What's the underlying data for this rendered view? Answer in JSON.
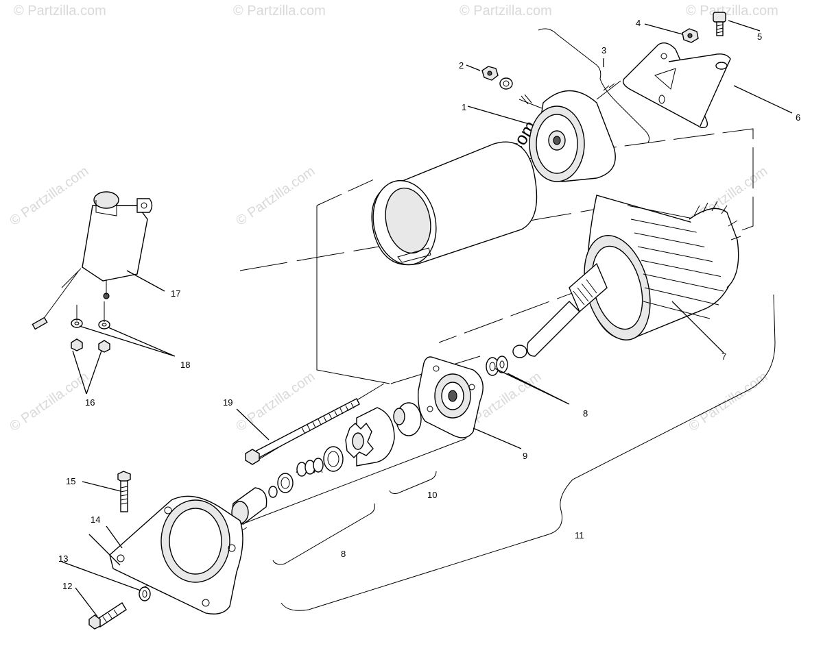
{
  "watermark": {
    "text": "© Partzilla.com",
    "center_text": "© Partzilla.com"
  },
  "callouts": [
    {
      "id": "c1",
      "label": "1"
    },
    {
      "id": "c2",
      "label": "2"
    },
    {
      "id": "c3",
      "label": "3"
    },
    {
      "id": "c4",
      "label": "4"
    },
    {
      "id": "c5",
      "label": "5"
    },
    {
      "id": "c6",
      "label": "6"
    },
    {
      "id": "c7",
      "label": "7"
    },
    {
      "id": "c8a",
      "label": "8"
    },
    {
      "id": "c8b",
      "label": "8"
    },
    {
      "id": "c9",
      "label": "9"
    },
    {
      "id": "c10",
      "label": "10"
    },
    {
      "id": "c11",
      "label": "11"
    },
    {
      "id": "c12",
      "label": "12"
    },
    {
      "id": "c13",
      "label": "13"
    },
    {
      "id": "c14",
      "label": "14"
    },
    {
      "id": "c15",
      "label": "15"
    },
    {
      "id": "c16",
      "label": "16"
    },
    {
      "id": "c17",
      "label": "17"
    },
    {
      "id": "c18",
      "label": "18"
    },
    {
      "id": "c19",
      "label": "19"
    }
  ]
}
